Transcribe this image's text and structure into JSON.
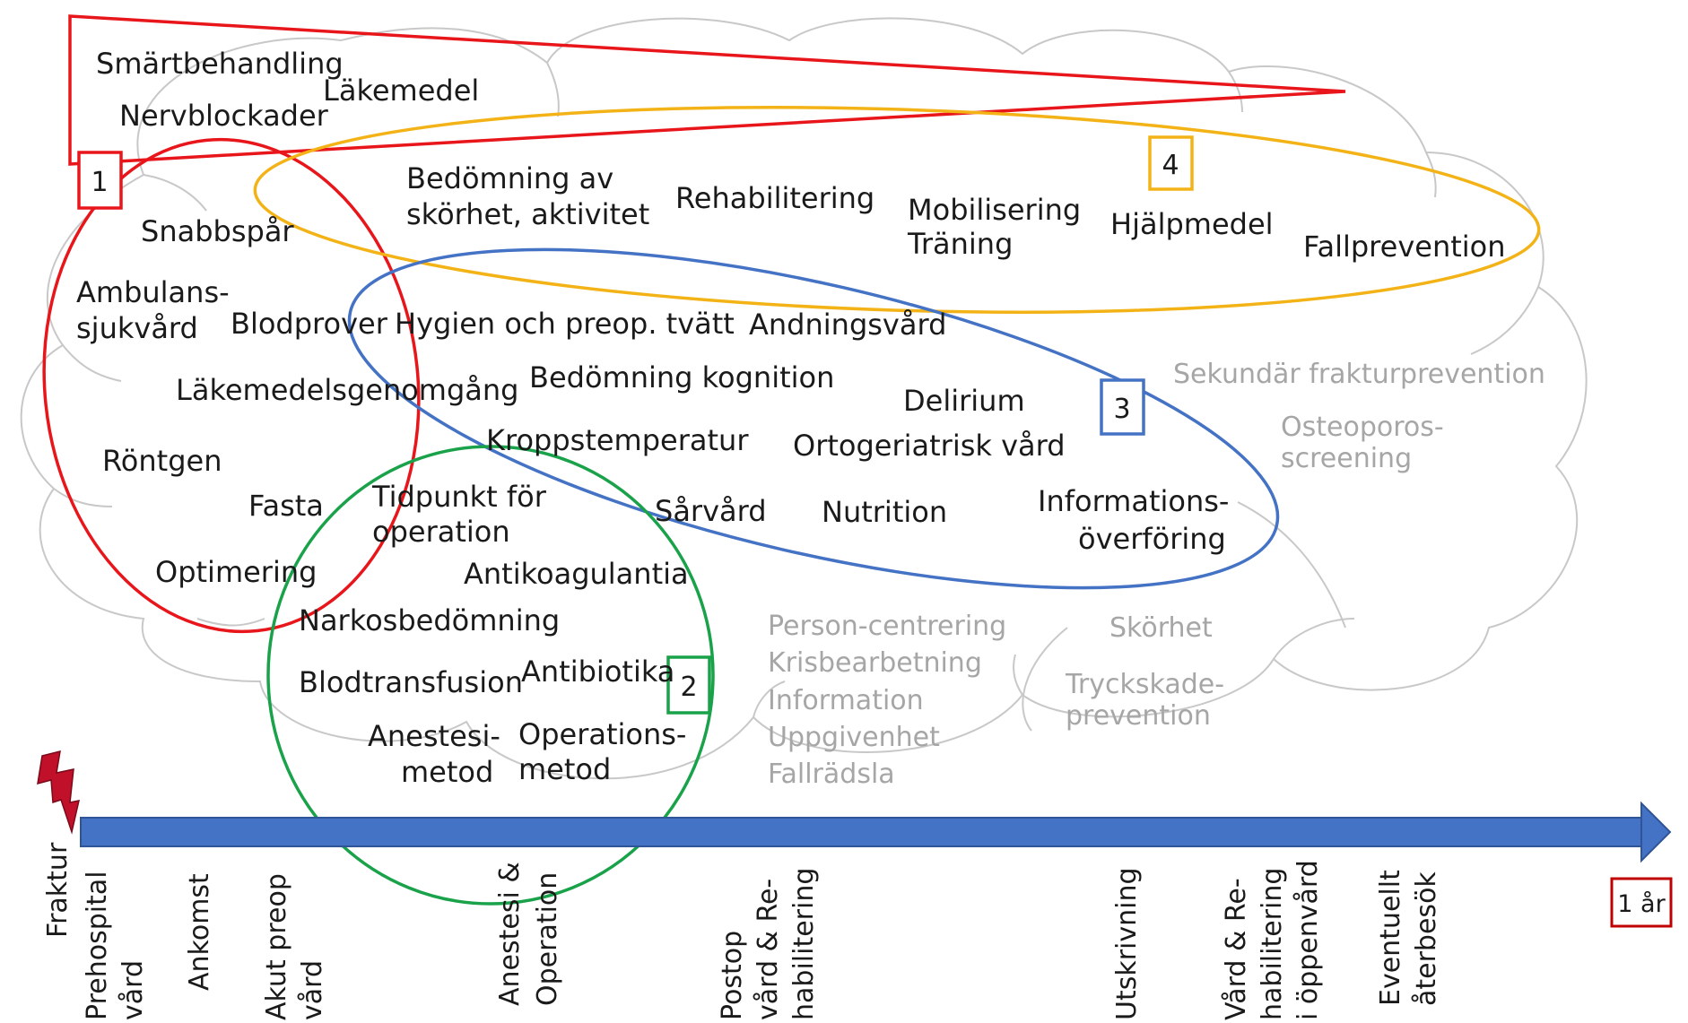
{
  "colors": {
    "red": "#e8161b",
    "green": "#1aa24a",
    "blue": "#4472c4",
    "yellow": "#f3b317",
    "timeline": "#4472c4",
    "text": "#1a1a1a",
    "muted": "#a6a6a6",
    "cloud": "#c8c8c8"
  },
  "area_numbers": {
    "red": "1",
    "green": "2",
    "blue": "3",
    "yellow": "4"
  },
  "labels": {
    "smartbehandling": "Smärtbehandling",
    "lakemedel": "Läkemedel",
    "nervblockader": "Nervblockader",
    "bedomning_skorhet_1": "Bedömning av",
    "bedomning_skorhet_2": "skörhet, aktivitet",
    "rehabilitering": "Rehabilitering",
    "mobilisering_1": "Mobilisering",
    "mobilisering_2": "Träning",
    "hjalpmedel": "Hjälpmedel",
    "fallprevention": "Fallprevention",
    "snabbspar": "Snabbspår",
    "ambulans_1": "Ambulans-",
    "ambulans_2": "sjukvård",
    "blodprover": "Blodprover",
    "hygien": "Hygien och preop. tvätt",
    "andningsvard": "Andningsvård",
    "lakemedelsgenomgang": "Läkemedelsgenomgång",
    "bedomning_kognition": "Bedömning kognition",
    "delirium": "Delirium",
    "kroppstemperatur": "Kroppstemperatur",
    "ortogeriatrisk": "Ortogeriatrisk vård",
    "rontgen": "Röntgen",
    "fasta": "Fasta",
    "tidpunkt_1": "Tidpunkt för",
    "tidpunkt_2": "operation",
    "sarvard": "Sårvård",
    "nutrition": "Nutrition",
    "informations_1": "Informations-",
    "informations_2": "överföring",
    "optimering": "Optimering",
    "antikoagulantia": "Antikoagulantia",
    "narkosbedomning": "Narkosbedömning",
    "blodtransfusion": "Blodtransfusion",
    "antibiotika": "Antibiotika",
    "anestesi_1": "Anestesi-",
    "anestesi_2": "metod",
    "operations_1": "Operations-",
    "operations_2": "metod"
  },
  "grey_labels": {
    "sekundar": "Sekundär frakturprevention",
    "osteoporos_1": "Osteoporos-",
    "osteoporos_2": "screening",
    "person_centrering": "Person-centrering",
    "krisbearbetning": "Krisbearbetning",
    "information": "Information",
    "uppgivenhet": "Uppgivenhet",
    "fallradsla": "Fallrädsla",
    "skorhet": "Skörhet",
    "tryckskade_1": "Tryckskade-",
    "tryckskade_2": "prevention"
  },
  "timeline": {
    "end_label": "1 år",
    "stages": {
      "fraktur": "Fraktur",
      "prehospital_1": "Prehospital",
      "prehospital_2": "vård",
      "ankomst": "Ankomst",
      "akut_1": "Akut preop",
      "akut_2": "vård",
      "anestesi_1": "Anestesi &",
      "anestesi_2": "Operation",
      "postop_1": "Postop",
      "postop_2": "vård & Re-",
      "postop_3": "habilitering",
      "utskrivning": "Utskrivning",
      "vard_1": "Vård & Re-",
      "vard_2": "habilitering",
      "vard_3": "i öppenvård",
      "eventuellt_1": "Eventuellt",
      "eventuellt_2": "återbesök"
    }
  }
}
